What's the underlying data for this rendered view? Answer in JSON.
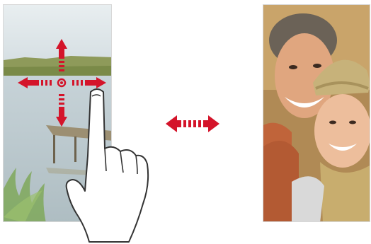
{
  "scene": {
    "left_image": "lake-landscape-with-pier",
    "right_image": "smiling-couple-selfie",
    "gesture": "drag-in-any-direction",
    "indicator": "swap-views-arrow"
  },
  "colors": {
    "arrow_red": "#d4142a",
    "outline": "#333333",
    "sky": "#dfe6ea",
    "water": "#bcc9cf"
  },
  "icons": [
    "move-cross-icon",
    "hand-pointer-icon",
    "swap-arrow-icon"
  ]
}
